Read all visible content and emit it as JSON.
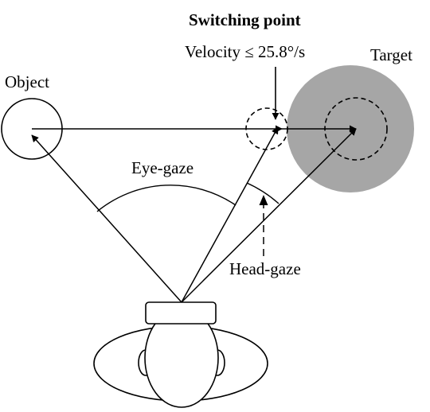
{
  "labels": {
    "object": "Object",
    "target": "Target",
    "switching_point": "Switching point",
    "velocity": "Velocity ≤ 25.8°/s",
    "eye_gaze": "Eye-gaze",
    "head_gaze": "Head-gaze"
  },
  "colors": {
    "target_fill": "#a6a6a6",
    "stroke": "#000000",
    "background": "#ffffff"
  }
}
